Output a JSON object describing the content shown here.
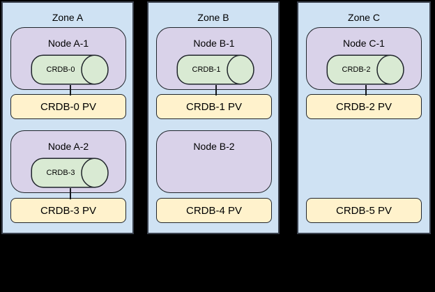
{
  "colors": {
    "background": "#000000",
    "zone_fill": "#cfe2f3",
    "node_fill": "#d9d2e9",
    "pod_fill": "#d9ead3",
    "pv_fill": "#fff2cc",
    "zone_border": "#3b424e",
    "shape_border": "#20252b"
  },
  "zones": [
    {
      "title": "Zone A",
      "slots": [
        {
          "node_title": "Node A-1",
          "pod_label": "CRDB-0",
          "pv_label": "CRDB-0 PV"
        },
        {
          "node_title": "Node A-2",
          "pod_label": "CRDB-3",
          "pv_label": "CRDB-3 PV"
        }
      ]
    },
    {
      "title": "Zone B",
      "slots": [
        {
          "node_title": "Node B-1",
          "pod_label": "CRDB-1",
          "pv_label": "CRDB-1 PV"
        },
        {
          "node_title": "Node B-2",
          "pv_label": "CRDB-4 PV"
        }
      ]
    },
    {
      "title": "Zone C",
      "slots": [
        {
          "node_title": "Node C-1",
          "pod_label": "CRDB-2",
          "pv_label": "CRDB-2 PV"
        },
        {
          "pv_label": "CRDB-5 PV"
        }
      ]
    }
  ]
}
